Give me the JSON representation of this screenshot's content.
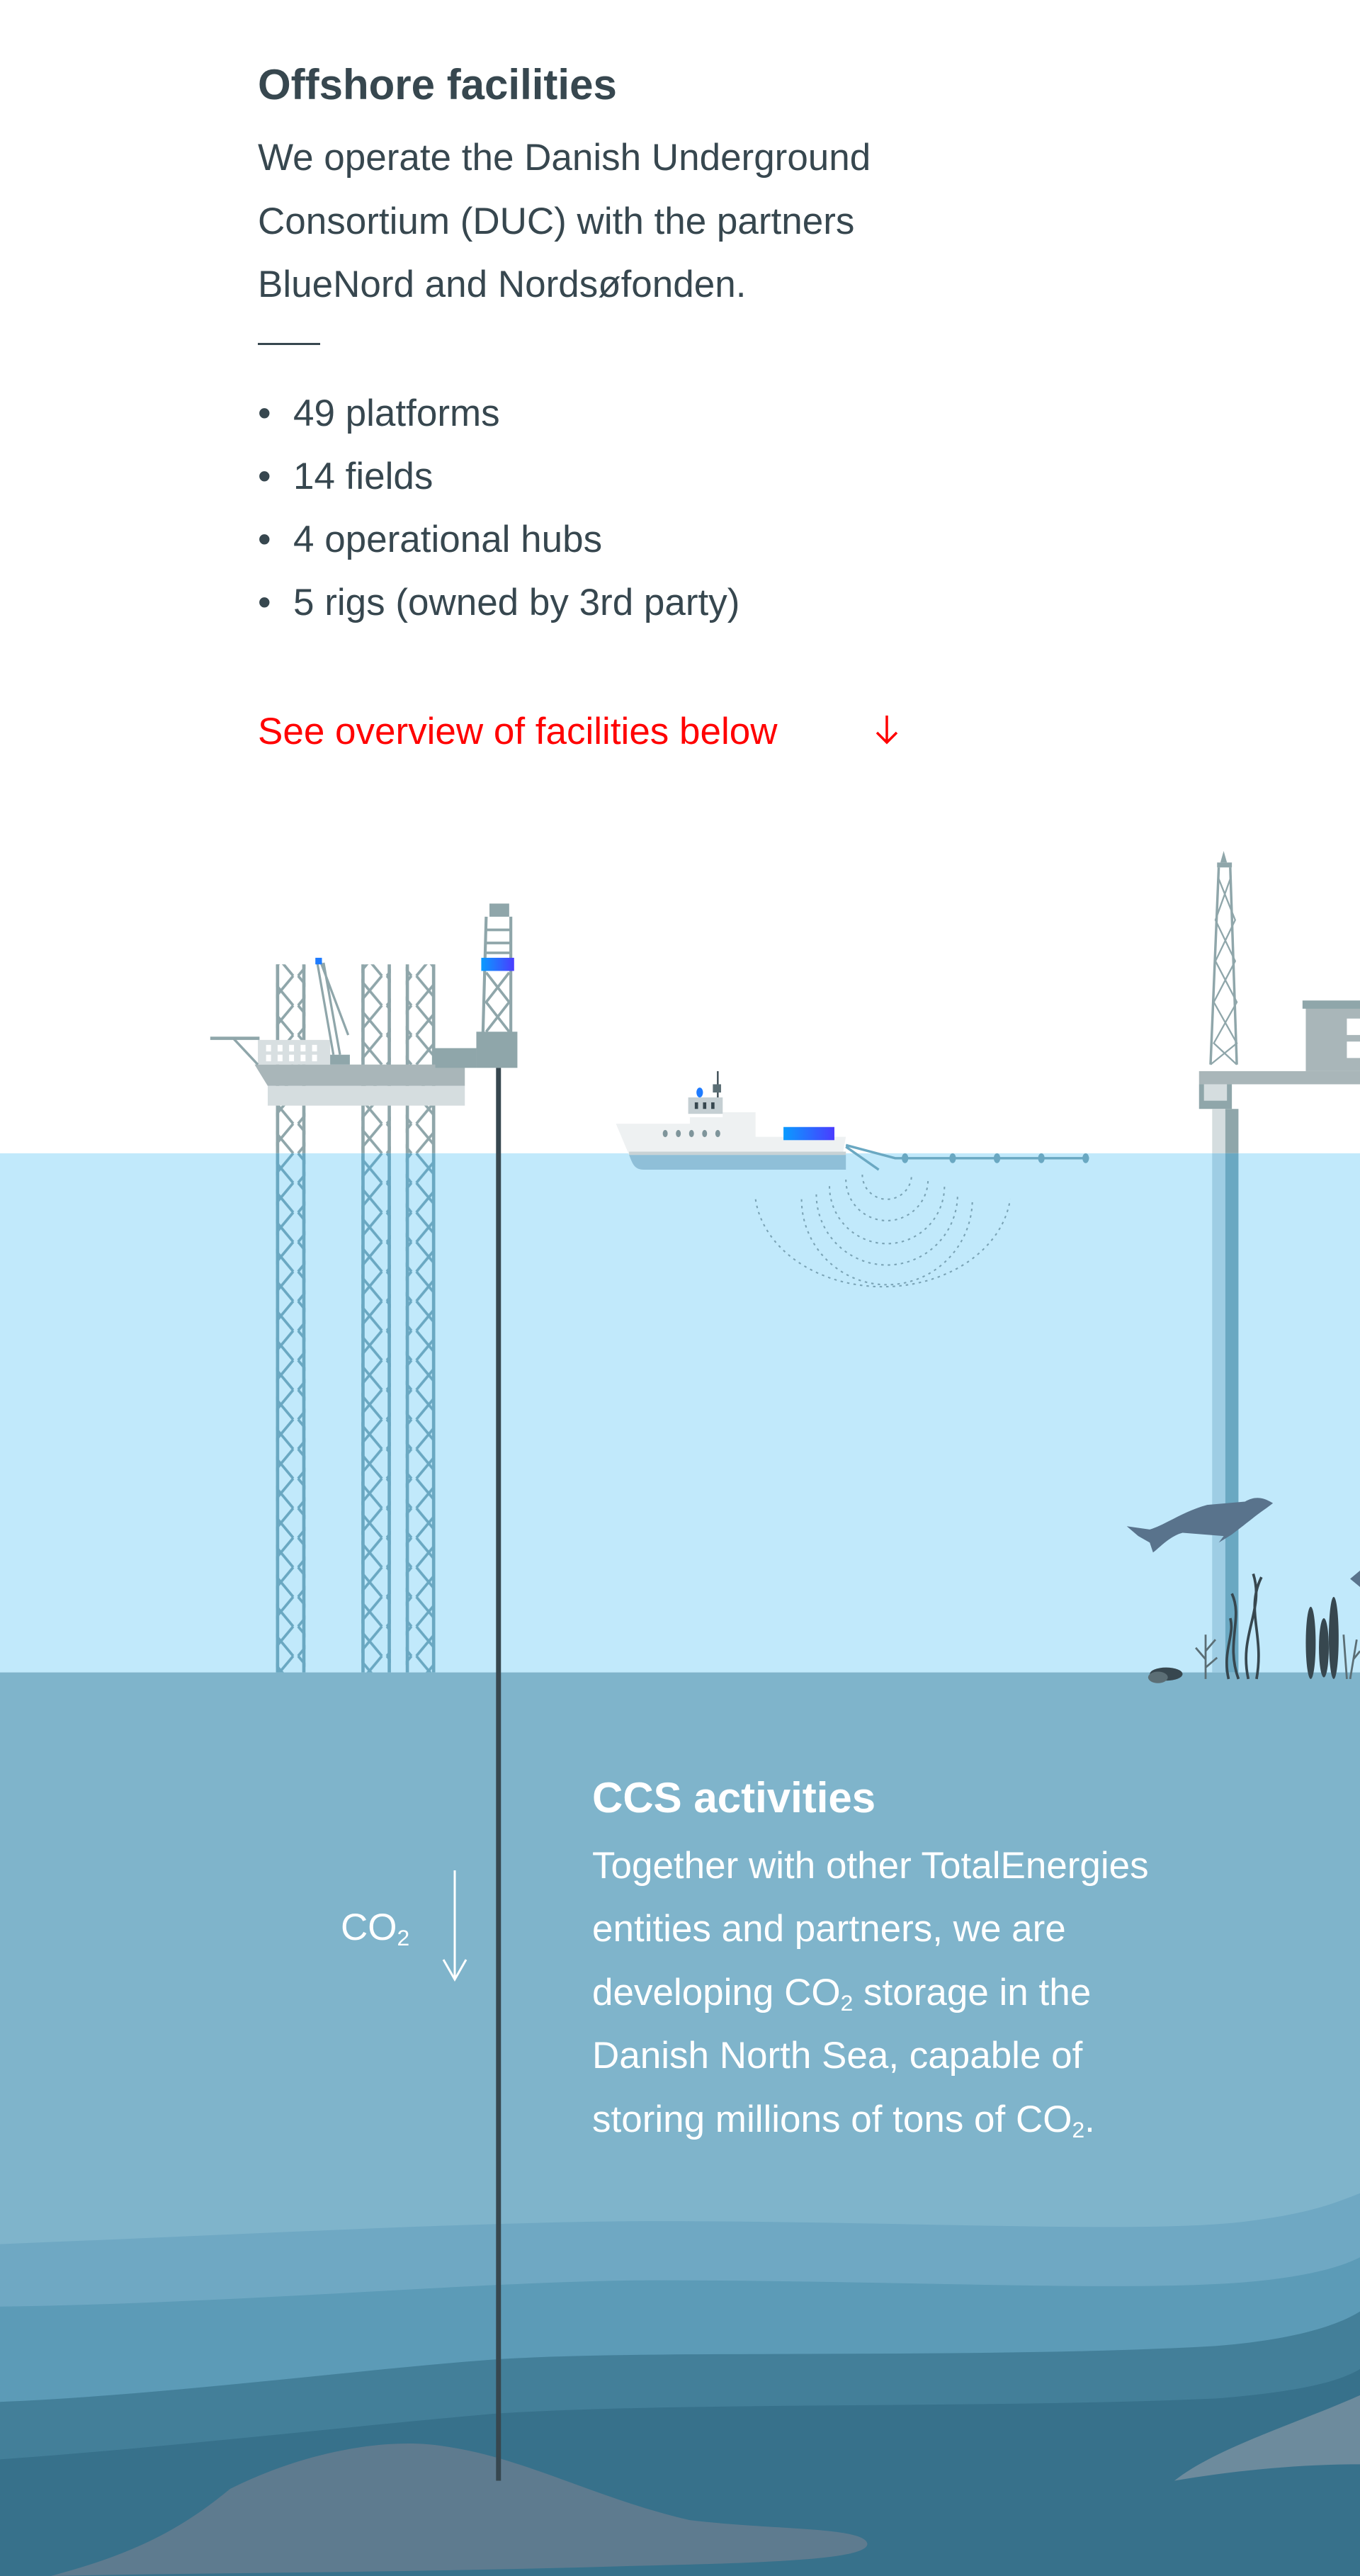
{
  "offshore": {
    "title": "Offshore facilities",
    "description_lines": [
      "We operate the Danish Underground",
      "Consortium (DUC) with the partners",
      "BlueNord and Nordsøfonden."
    ],
    "facts": [
      "49 platforms",
      "14 fields",
      "4 operational hubs",
      "5 rigs (owned by 3rd party)"
    ],
    "link_label": "See overview of facilities below",
    "link_icon": "arrow-down-icon"
  },
  "ccs": {
    "title": "CCS activities",
    "lines": [
      "Together with other TotalEnergies",
      "entities and partners, we are",
      "developing CO",
      " storage in the",
      "Danish North Sea, capable of",
      "storing millions of tons of CO",
      "."
    ],
    "subscript": "2",
    "co2_label": "CO",
    "co2_sub": "2"
  },
  "colors": {
    "text": "#37474f",
    "link": "#ff0000",
    "water": "#c1e9fb",
    "seabed": "#7fb4cb",
    "structure": "#8fa6aa"
  }
}
